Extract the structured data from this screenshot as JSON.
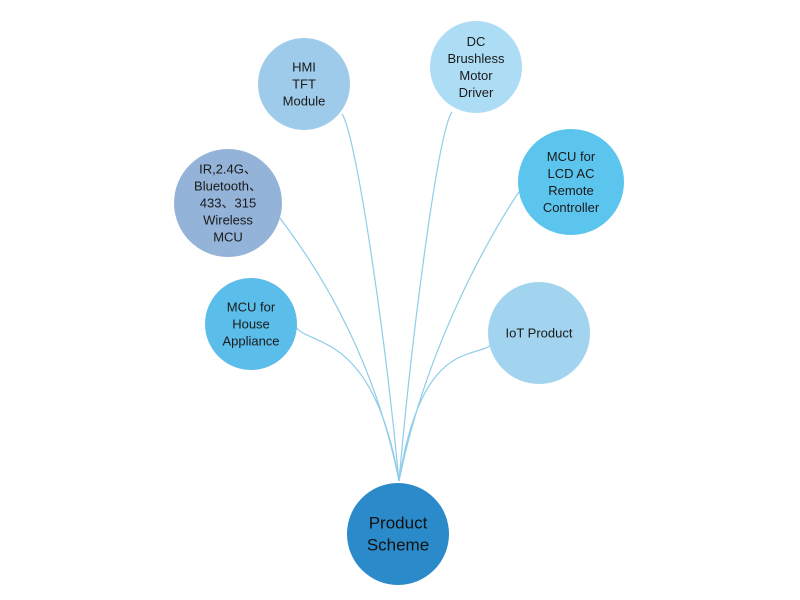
{
  "root": {
    "lines": [
      "Product",
      "Scheme"
    ],
    "color": "#2b8ac9"
  },
  "nodes": [
    {
      "id": "hmi-tft-module",
      "lines": [
        "HMI",
        "TFT",
        "Module"
      ],
      "color": "#9dcbe9"
    },
    {
      "id": "dc-brushless-motor-driver",
      "lines": [
        "DC",
        "Brushless",
        "Motor",
        "Driver"
      ],
      "color": "#addcf5"
    },
    {
      "id": "wireless-mcu",
      "lines": [
        "IR,2.4G、",
        "Bluetooth、",
        "433、315",
        "Wireless",
        "MCU"
      ],
      "color": "#93b3d8"
    },
    {
      "id": "mcu-lcd-ac-remote",
      "lines": [
        "MCU for",
        "LCD AC",
        "Remote",
        "Controller"
      ],
      "color": "#5cc5ee"
    },
    {
      "id": "mcu-house-appliance",
      "lines": [
        "MCU for",
        "House",
        "Appliance"
      ],
      "color": "#5bbde9"
    },
    {
      "id": "iot-product",
      "lines": [
        "IoT Product"
      ],
      "color": "#a2d4ef"
    }
  ],
  "edge_color": "#8fcde8"
}
